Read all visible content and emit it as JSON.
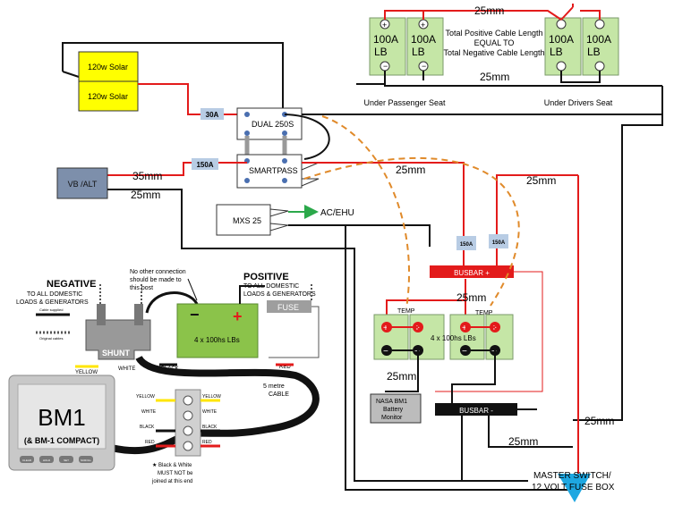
{
  "top": {
    "cable_top": "25mm",
    "cable_bottom": "25mm",
    "equal_note_1": "Total Positive Cable Length",
    "equal_note_2": "EQUAL TO",
    "equal_note_3": "Total Negative Cable Length",
    "passenger_label": "Under Passenger Seat",
    "drivers_label": "Under Drivers Seat",
    "battery_l1": "100A",
    "battery_l2": "LB"
  },
  "left": {
    "solar_1": "120w Solar",
    "solar_2": "120w Solar",
    "fuse_30a": "30A",
    "fuse_150a": "150A",
    "dual_label": "DUAL 250S",
    "smartpass_label": "SMARTPASS",
    "vb_alt": "VB /ALT",
    "cable_35mm": "35mm",
    "cable_25mm": "25mm",
    "mxs_label": "MXS 25",
    "ac_ehu": "AC/EHU"
  },
  "right": {
    "cable_25mm_mid": "25mm",
    "cable_25mm_right": "25mm",
    "fuse_150a_1": "150A",
    "fuse_150a_2": "150A",
    "busbar_pos": "BUSBAR +",
    "busbar_neg": "BUSBAR -",
    "cable_25mm_busbar": "25mm",
    "temp_1": "TEMP",
    "temp_2": "TEMP",
    "battery_bank": "4 x 100hs LBs",
    "cable_25mm_neg": "25mm",
    "nasa_1": "NASA BM1",
    "nasa_2": "Battery",
    "nasa_3": "Monitor",
    "cable_25mm_right_low": "25mm",
    "cable_25mm_bottom": "25mm",
    "master_1": "MASTER SWITCH/",
    "master_2": "12 VOLT FUSE BOX"
  },
  "bm1": {
    "negative_title": "NEGATIVE",
    "negative_sub_1": "TO ALL DOMESTIC",
    "negative_sub_2": "LOADS & GENERATORS",
    "note_1": "No other connection",
    "note_2": "should be made to",
    "note_3": "this post",
    "positive_title": "POSITIVE",
    "positive_sub_1": "TO ALL DOMESTIC",
    "positive_sub_2": "LOADS & GENERATORS",
    "fuse": "FUSE",
    "battery_label": "4 x 100hs LBs",
    "shunt": "SHUNT",
    "yellow": "YELLOW",
    "white": "WHITE",
    "black": "BLACK",
    "red": "RED",
    "cable_supplied": "Cable supplied",
    "original_cables": "Original cables",
    "cable_5m_1": "5 metre",
    "cable_5m_2": "CABLE",
    "bm1_title": "BM1",
    "bm1_sub": "(& BM-1 COMPACT)",
    "btn_1": "CLEAR",
    "btn_2": "HOLD",
    "btn_3": "SET",
    "btn_4": "SCROLL",
    "term_yellow_l": "YELLOW",
    "term_yellow_r": "YELLOW",
    "term_white_l": "WHITE",
    "term_white_r": "WHITE",
    "term_black_l": "BLACK",
    "term_black_r": "BLACK",
    "term_red_l": "RED",
    "term_red_r": "RED",
    "warn_1": "★ Black & White",
    "warn_2": "MUST NOT be",
    "warn_3": "joined at this end"
  },
  "colors": {
    "red": "#e31b1b",
    "black": "#111111",
    "solar_yellow": "#ffff00",
    "battery_green": "#c5e6a6",
    "fuse_blue": "#b8cce4",
    "vb_blue": "#7d8fab",
    "dashed_orange": "#e08a2a",
    "arrow_green": "#2ba84a",
    "master_blue": "#1ea7e1"
  }
}
